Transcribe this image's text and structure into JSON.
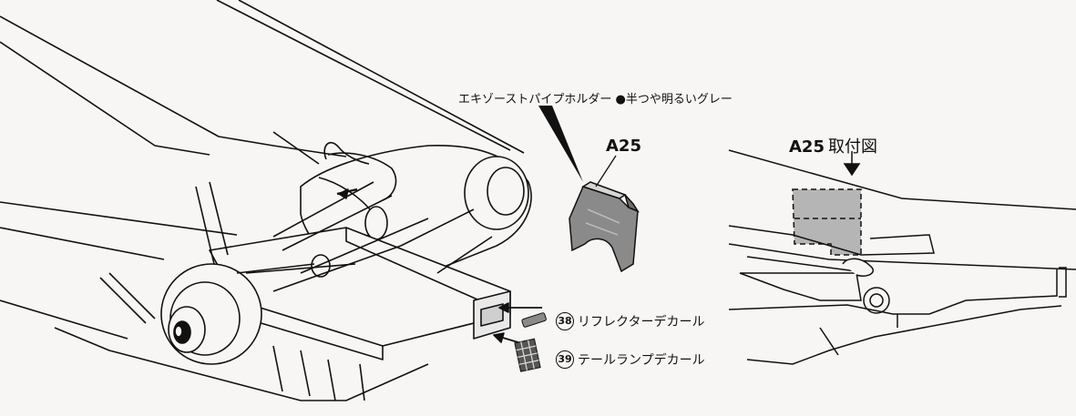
{
  "callout_label": "エキゾーストパイプホルダー ●半つや明るいグレー",
  "part_label": "A25",
  "detail_view": {
    "part": "A25",
    "title_suffix": "取付図"
  },
  "decals": [
    {
      "number": "38",
      "label": "リフレクターデカール"
    },
    {
      "number": "39",
      "label": "テールランプデカール"
    }
  ],
  "colors": {
    "ink": "#111111",
    "part_fill": "#8a8a8a",
    "shaded_area": "#b5b5b5",
    "background": "#f7f6f4"
  }
}
